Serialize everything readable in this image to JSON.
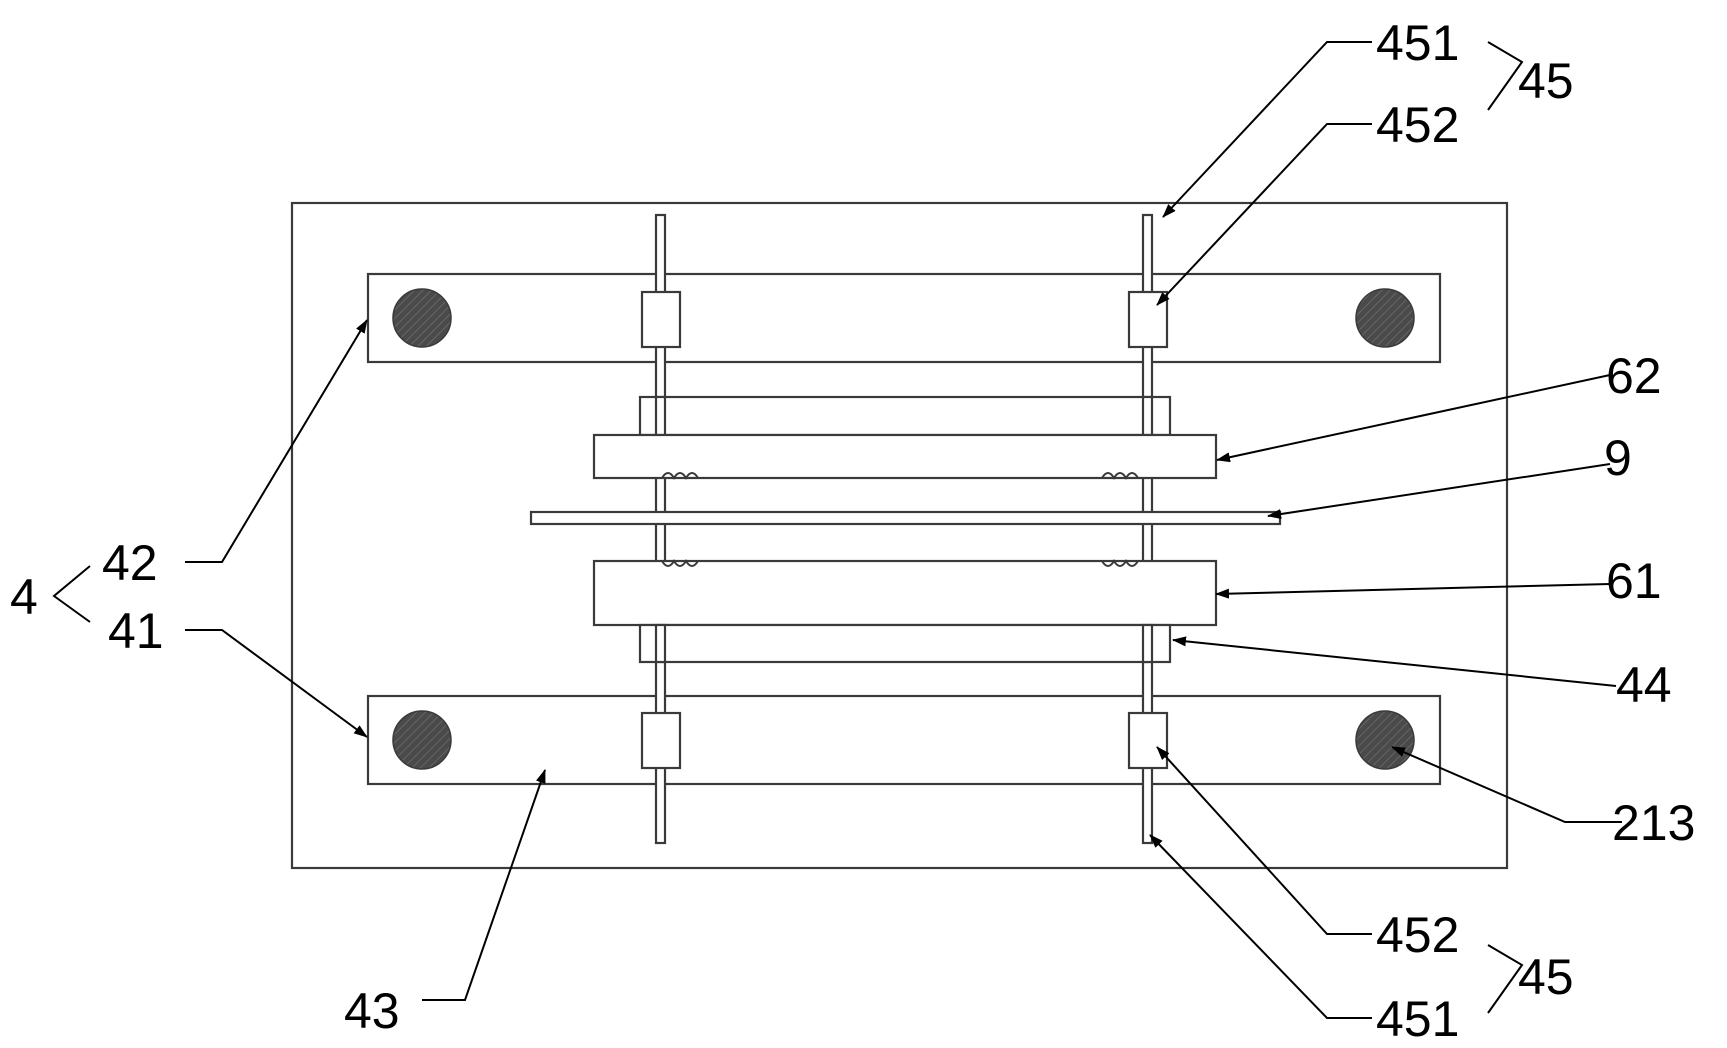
{
  "labels": {
    "assembly": "4",
    "upper_clamp_plate": "42",
    "lower_clamp_plate": "41",
    "middle_region": "43",
    "connector_block": "44",
    "guide_assembly": "45",
    "guide_rod": "451",
    "slide_sleeve": "452",
    "upper_pad": "62",
    "lower_pad": "61",
    "workpiece_sheet": "9",
    "locating_pin": "213"
  },
  "colors": {
    "line": "#000000",
    "outline": "#3a3a3a",
    "pin_fill": "#4a4a4a",
    "background": "#ffffff"
  }
}
